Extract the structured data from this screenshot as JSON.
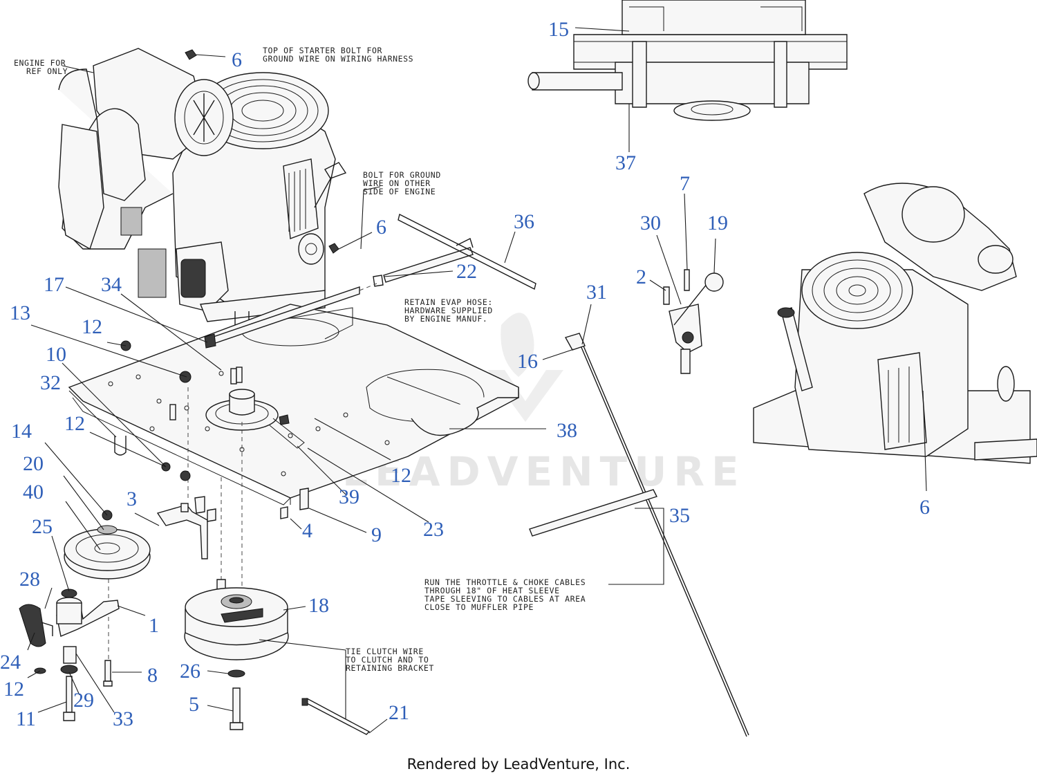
{
  "notes": {
    "engine_ref": [
      "ENGINE FOR",
      "REF ONLY"
    ],
    "starter_bolt": [
      "TOP OF STARTER BOLT FOR",
      "GROUND WIRE ON WIRING HARNESS"
    ],
    "ground_bolt": [
      "BOLT FOR GROUND",
      "WIRE ON OTHER",
      "SIDE OF ENGINE"
    ],
    "evap_hose": [
      "RETAIN EVAP HOSE:",
      "HARDWARE SUPPLIED",
      "BY ENGINE MANUF."
    ],
    "cables": [
      "RUN THE THROTTLE & CHOKE CABLES",
      "THROUGH 18\" OF HEAT SLEEVE",
      "TAPE SLEEVING TO CABLES AT AREA",
      "CLOSE TO MUFFLER PIPE"
    ],
    "clutch_wire": [
      "TIE CLUTCH WIRE",
      "TO CLUTCH AND TO",
      "RETAINING BRACKET"
    ]
  },
  "callouts": {
    "c6a": "6",
    "c15": "15",
    "c37": "37",
    "c7": "7",
    "c30": "30",
    "c19": "19",
    "c2": "2",
    "c36": "36",
    "c6b": "6",
    "c22": "22",
    "c31": "31",
    "c16": "16",
    "c17": "17",
    "c34": "34",
    "c13": "13",
    "c12a": "12",
    "c10": "10",
    "c32": "32",
    "c14": "14",
    "c12b": "12",
    "c20": "20",
    "c40": "40",
    "c25": "25",
    "c3": "3",
    "c38": "38",
    "c12c": "12",
    "c39": "39",
    "c4": "4",
    "c9": "9",
    "c23": "23",
    "c35": "35",
    "c6c": "6",
    "c28": "28",
    "c1": "1",
    "c18": "18",
    "c24": "24",
    "c12d": "12",
    "c8": "8",
    "c26": "26",
    "c11": "11",
    "c29": "29",
    "c33": "33",
    "c5": "5",
    "c21": "21"
  },
  "watermark": "LEADVENTURE",
  "credit": "Rendered by LeadVenture, Inc.",
  "colors": {
    "callout": "#2f5fb8",
    "line": "#1a1a1a",
    "watermark": "#e6e6e6"
  }
}
